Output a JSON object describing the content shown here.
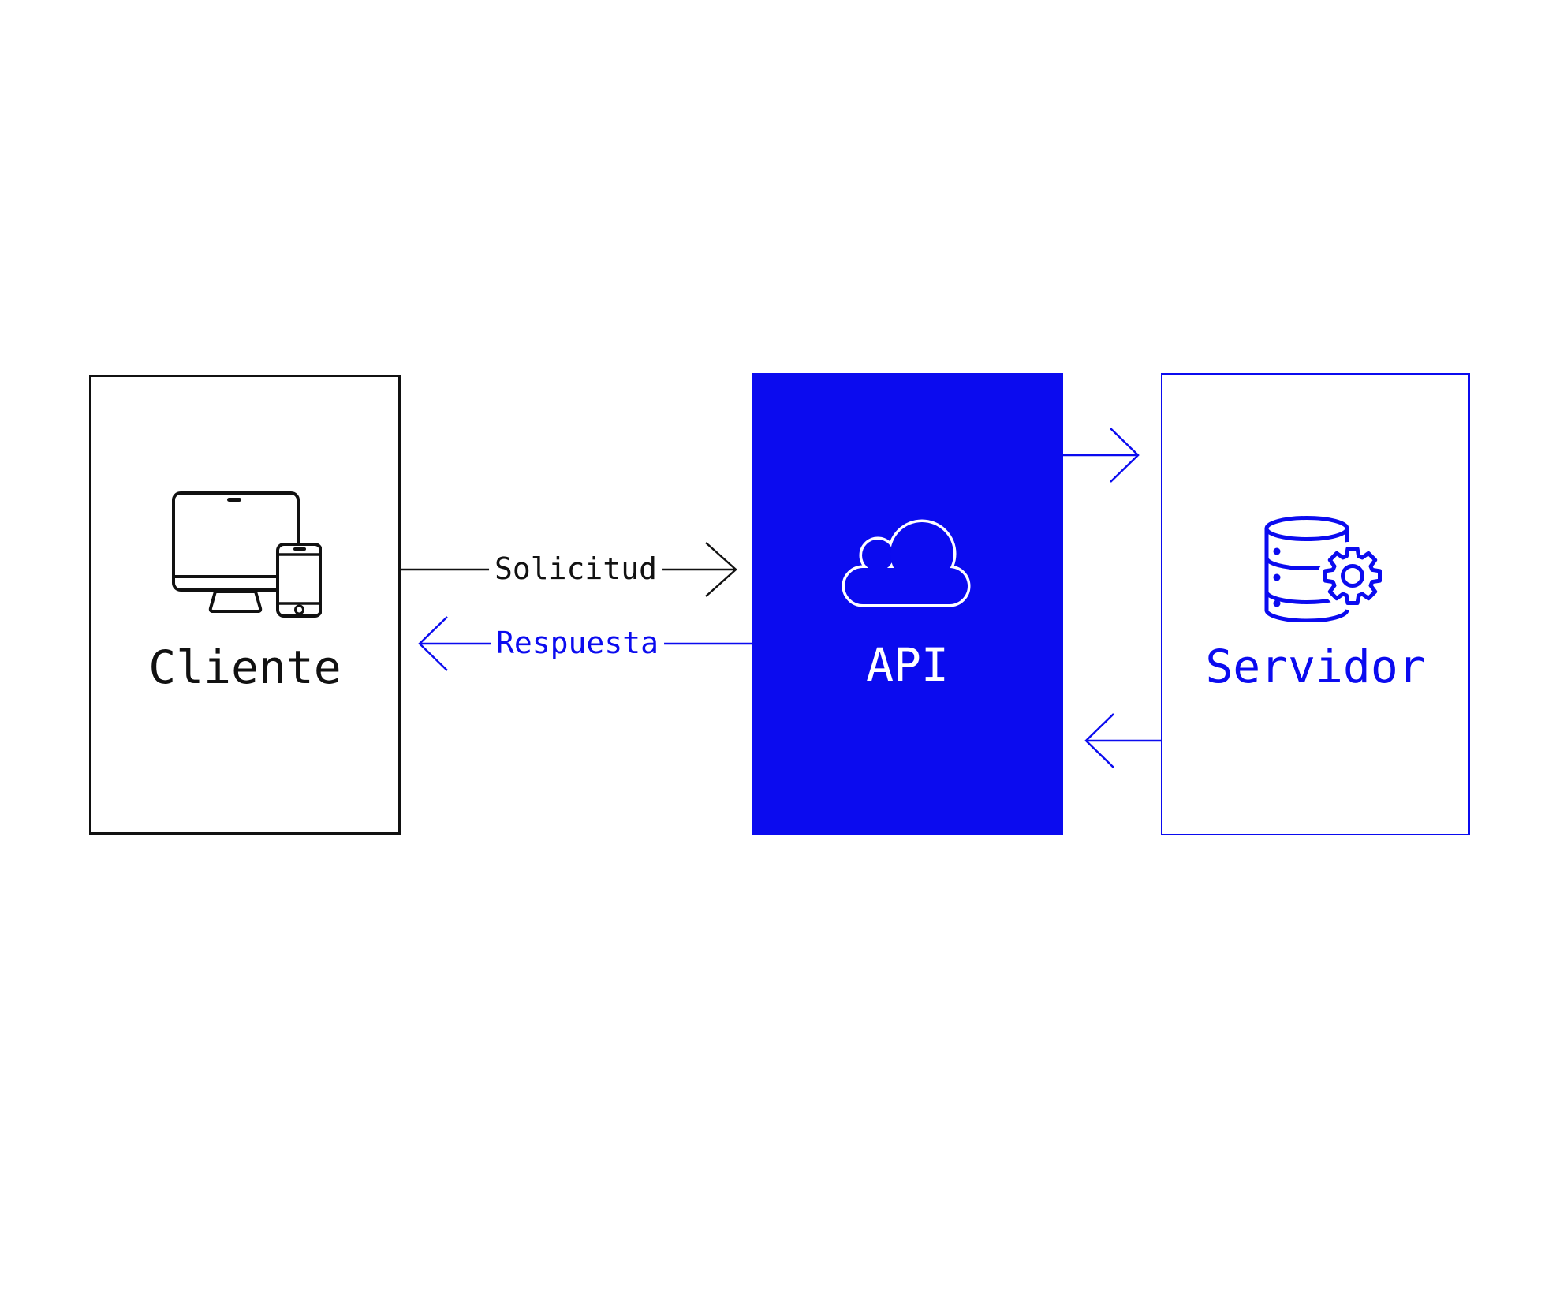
{
  "diagram": {
    "title": "api-request-response-flow",
    "background": "#ffffff"
  },
  "colors": {
    "blue": "#0b0bef",
    "black": "#111111",
    "white": "#ffffff"
  },
  "nodes": [
    {
      "id": "cliente",
      "label": "Cliente",
      "icon": "devices-icon",
      "style": "white-box-black-border"
    },
    {
      "id": "api",
      "label": "API",
      "icon": "cloud-icon",
      "style": "blue-filled-box"
    },
    {
      "id": "servidor",
      "label": "Servidor",
      "icon": "database-gear-icon",
      "style": "white-box-blue-border"
    }
  ],
  "arrows": [
    {
      "id": "solicitud",
      "label": "Solicitud",
      "from": "cliente",
      "to": "api",
      "direction": "right",
      "color": "#111111"
    },
    {
      "id": "respuesta",
      "label": "Respuesta",
      "from": "api",
      "to": "cliente",
      "direction": "left",
      "color": "#0b0bef"
    },
    {
      "id": "api-to-servidor",
      "label": "",
      "from": "api",
      "to": "servidor",
      "direction": "right",
      "color": "#0b0bef"
    },
    {
      "id": "servidor-to-api",
      "label": "",
      "from": "servidor",
      "to": "api",
      "direction": "left",
      "color": "#0b0bef"
    }
  ]
}
